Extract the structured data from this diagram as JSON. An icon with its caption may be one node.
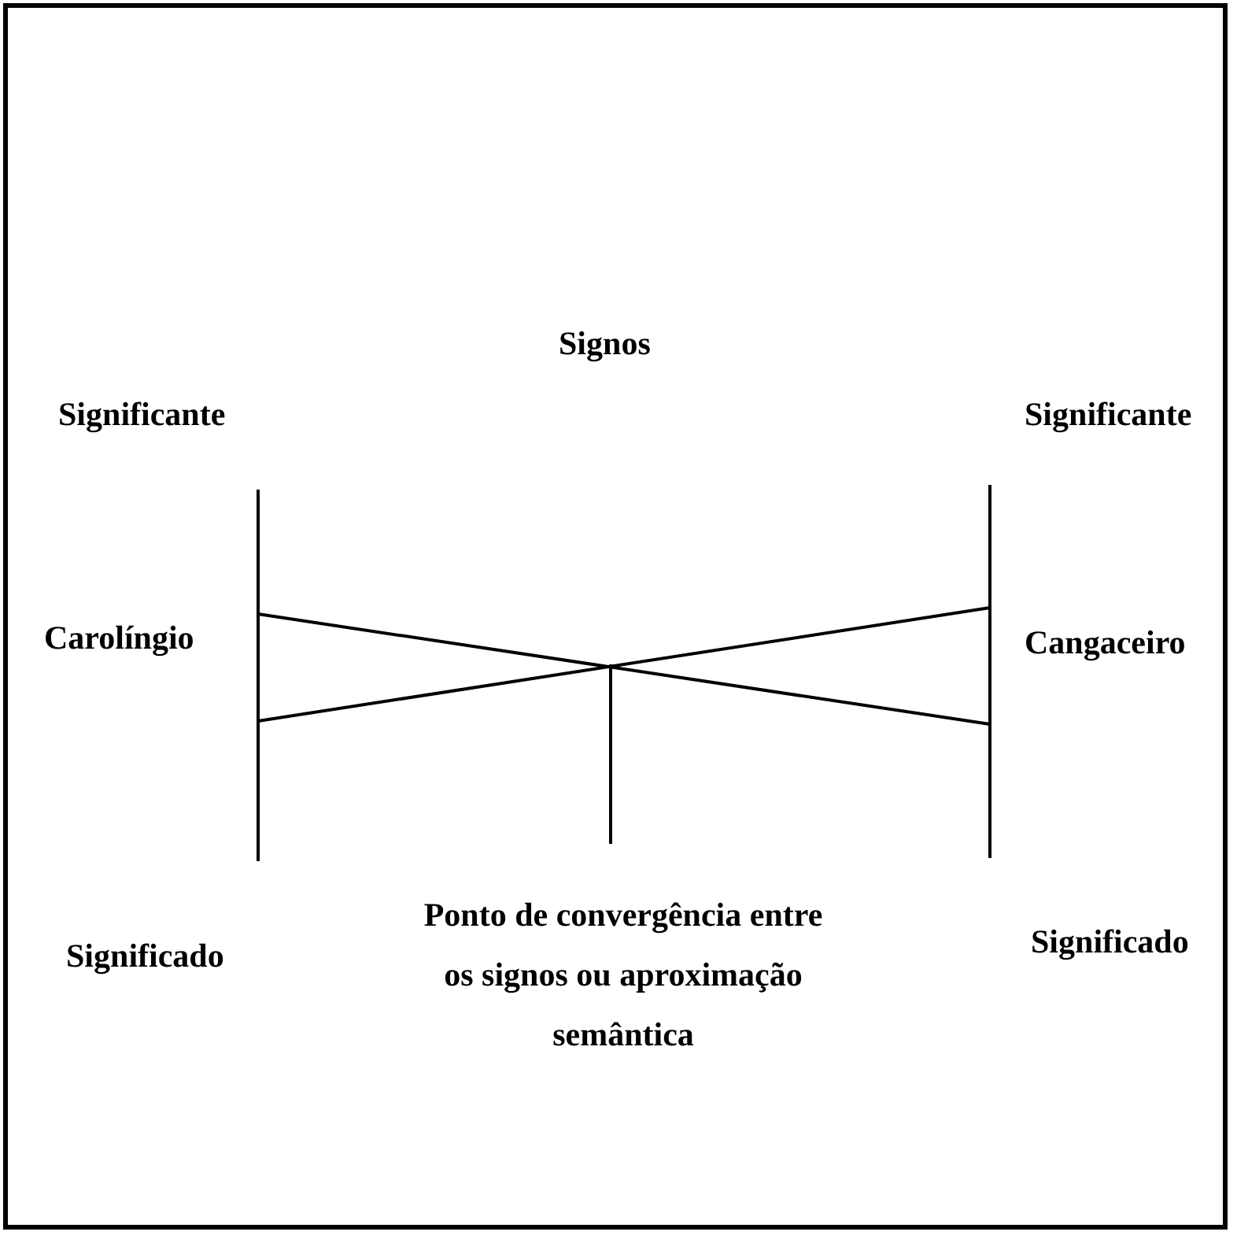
{
  "diagram": {
    "title": "Signos",
    "labels": [
      "Significante",
      "Significante",
      "Carolíngio",
      "Cangaceiro",
      "Significado",
      "Ponto de convergência entre os signos ou aproximação semântica",
      "Significado"
    ]
  }
}
